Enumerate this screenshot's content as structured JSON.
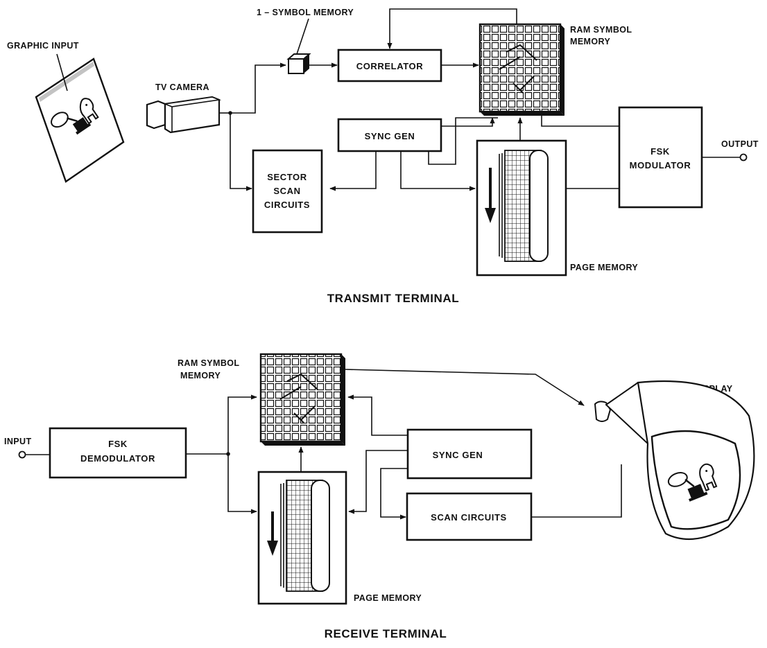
{
  "transmit": {
    "graphic_input": "GRAPHIC INPUT",
    "symbol_memory_1": "1 – SYMBOL MEMORY",
    "tv_camera": "TV CAMERA",
    "correlator": "CORRELATOR",
    "ram_symbol_memory": [
      "RAM SYMBOL",
      "MEMORY"
    ],
    "sync_gen": "SYNC GEN",
    "sector_scan": [
      "SECTOR",
      "SCAN",
      "CIRCUITS"
    ],
    "fsk_modulator": [
      "FSK",
      "MODULATOR"
    ],
    "output": "OUTPUT",
    "page_memory": "PAGE MEMORY",
    "title": "TRANSMIT TERMINAL"
  },
  "receive": {
    "ram_symbol_memory": [
      "RAM SYMBOL",
      "MEMORY"
    ],
    "tv_display": "TV DISPLAY",
    "input": "INPUT",
    "fsk_demodulator": [
      "FSK",
      "DEMODULATOR"
    ],
    "sync_gen": "SYNC GEN",
    "scan_circuits": "SCAN  CIRCUITS",
    "page_memory": "PAGE MEMORY",
    "title": "RECEIVE TERMINAL"
  }
}
